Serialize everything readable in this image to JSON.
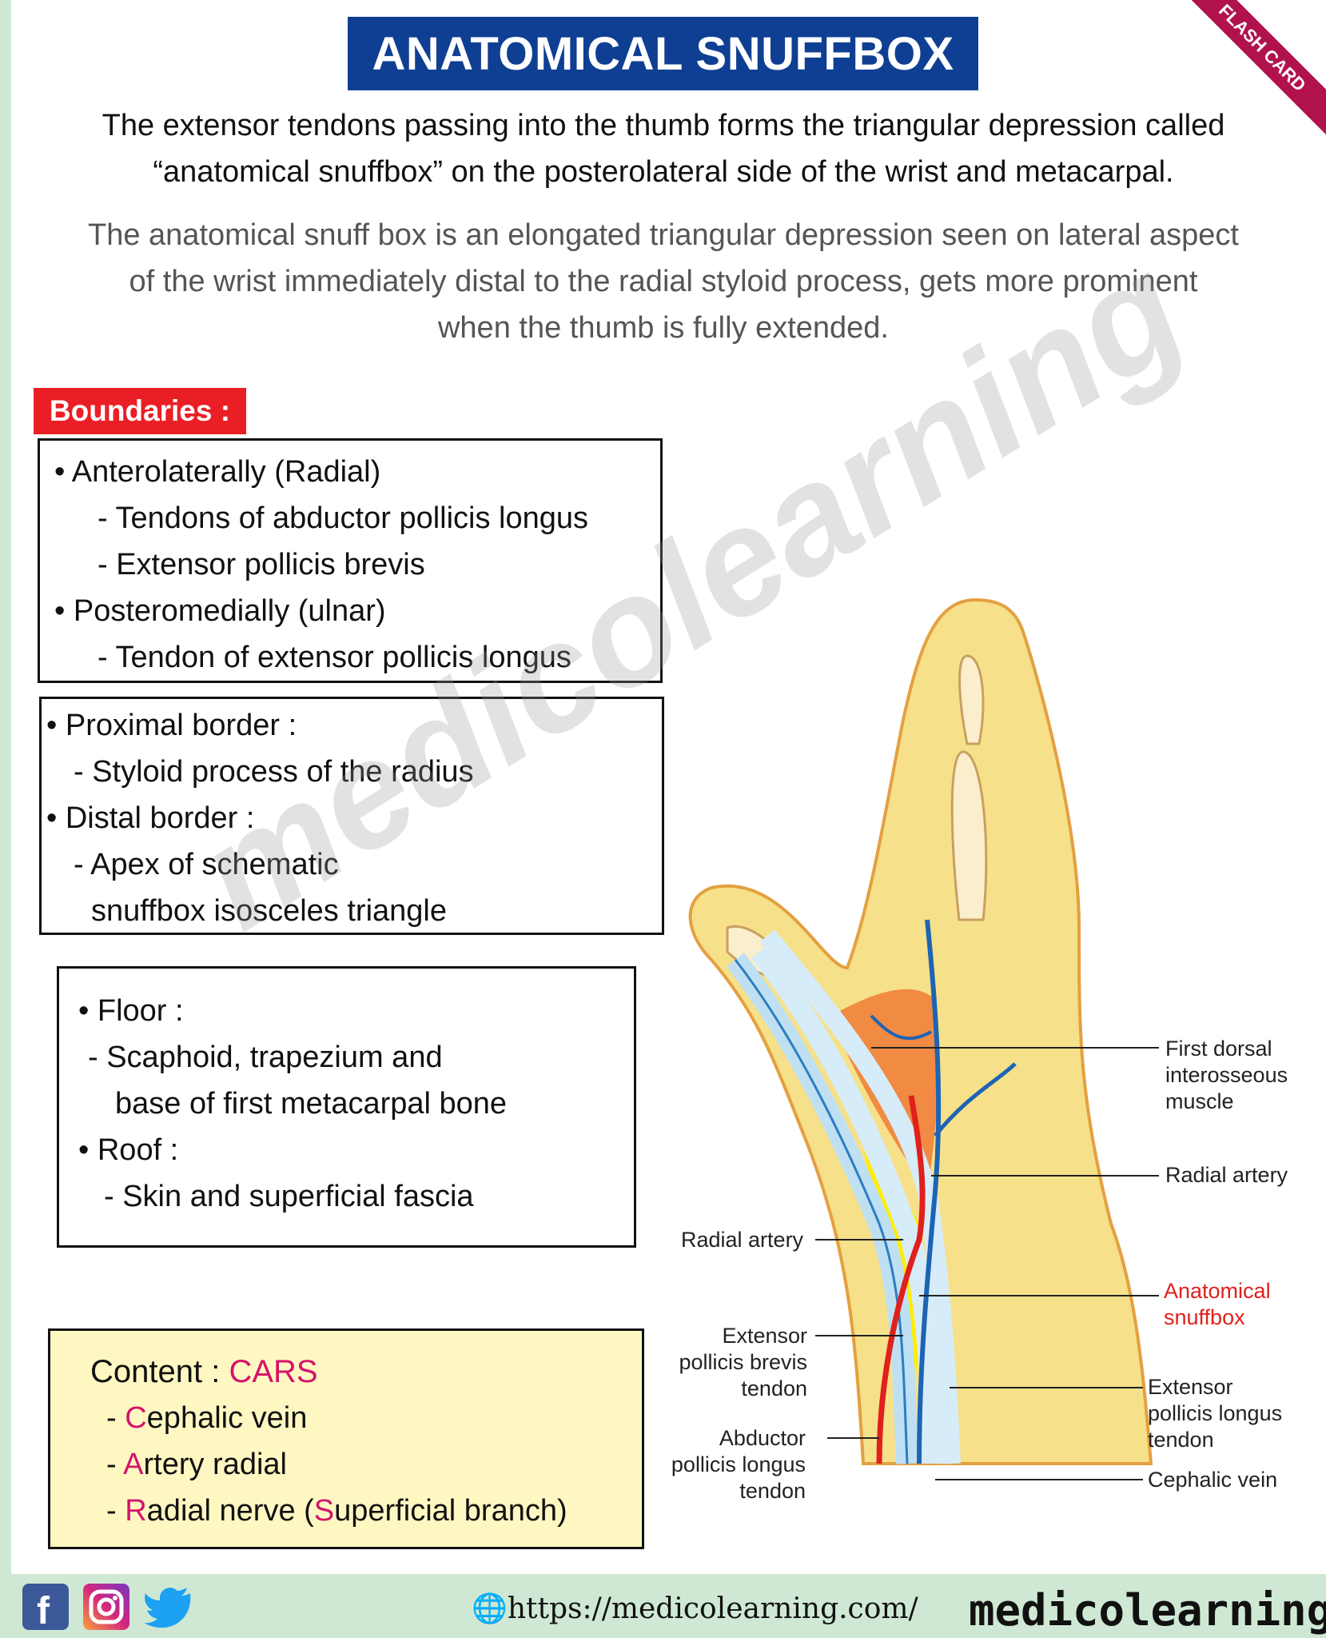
{
  "title": "ANATOMICAL SNUFFBOX",
  "badge": "FLASH CARD",
  "intro": {
    "line1": "The extensor tendons passing into the thumb forms the triangular depression called",
    "line2": "“anatomical snuffbox” on the posterolateral side of the wrist and metacarpal."
  },
  "description": {
    "line1": "The anatomical snuff box is an elongated triangular depression seen on lateral aspect",
    "line2": "of the wrist immediately distal to the radial styloid process, gets more prominent",
    "line3": "when the thumb is fully extended."
  },
  "boundaries_label": "Boundaries :",
  "box1": [
    "• Anterolaterally (Radial)",
    "- Tendons of abductor pollicis longus",
    "- Extensor pollicis brevis",
    "• Posteromedially (ulnar)",
    "- Tendon of extensor pollicis longus"
  ],
  "box2": [
    "• Proximal border  :",
    "- Styloid process of the radius",
    "• Distal border  :",
    "- Apex of schematic",
    "snuffbox isosceles triangle"
  ],
  "box3": [
    "• Floor :",
    "- Scaphoid, trapezium and",
    "base of first metacarpal bone",
    "• Roof :",
    "- Skin and superficial fascia"
  ],
  "content": {
    "heading": "Content : ",
    "acronym": "CARS",
    "items": [
      {
        "first": "C",
        "rest": "ephalic vein"
      },
      {
        "first": "A",
        "rest": "rtery radial"
      },
      {
        "first": "R",
        "rest": "adial nerve (",
        "first2": "S",
        "rest2": "uperficial branch)"
      }
    ]
  },
  "watermark": "medicolearning",
  "labels": {
    "first_dorsal": [
      "First dorsal",
      "interosseous",
      "muscle"
    ],
    "radial_artery_right": "Radial artery",
    "radial_artery_left": "Radial artery",
    "snuffbox": [
      "Anatomical",
      "snuffbox"
    ],
    "epb": [
      "Extensor",
      "pollicis brevis",
      "tendon"
    ],
    "epl": [
      "Extensor",
      "pollicis longus",
      "tendon"
    ],
    "apl": [
      "Abductor",
      "pollicis longus",
      "tendon"
    ],
    "cephalic": "Cephalic vein"
  },
  "footer": {
    "url": "https://medicolearning.com/",
    "brand": "medicolearning"
  },
  "colors": {
    "title_bg": "#0f3f93",
    "label_red": "#ea1f25",
    "accent_magenta": "#d4146c",
    "content_bg": "#fff7c2",
    "footer_bg": "#cfe8d4"
  }
}
